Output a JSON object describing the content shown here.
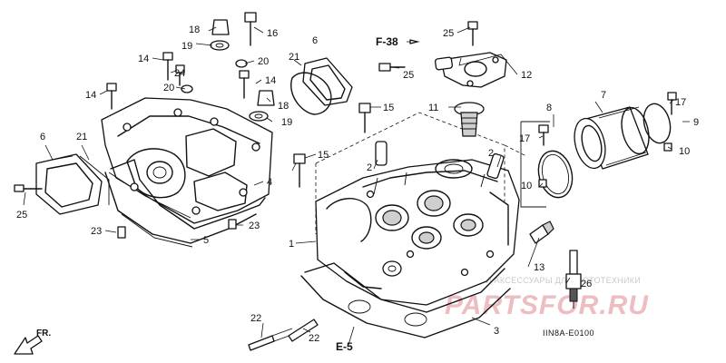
{
  "callouts": [
    {
      "id": "c1",
      "text": "1"
    },
    {
      "id": "c2a",
      "text": "2"
    },
    {
      "id": "c2b",
      "text": "2"
    },
    {
      "id": "c3",
      "text": "3"
    },
    {
      "id": "c4",
      "text": "4"
    },
    {
      "id": "c5",
      "text": "5"
    },
    {
      "id": "c6a",
      "text": "6"
    },
    {
      "id": "c6b",
      "text": "6"
    },
    {
      "id": "c7",
      "text": "7"
    },
    {
      "id": "c8",
      "text": "8"
    },
    {
      "id": "c9",
      "text": "9"
    },
    {
      "id": "c10a",
      "text": "10"
    },
    {
      "id": "c10b",
      "text": "10"
    },
    {
      "id": "c11",
      "text": "11"
    },
    {
      "id": "c12",
      "text": "12"
    },
    {
      "id": "c13",
      "text": "13"
    },
    {
      "id": "c14a",
      "text": "14"
    },
    {
      "id": "c14b",
      "text": "14"
    },
    {
      "id": "c14c",
      "text": "14"
    },
    {
      "id": "c15a",
      "text": "15"
    },
    {
      "id": "c15b",
      "text": "15"
    },
    {
      "id": "c16",
      "text": "16"
    },
    {
      "id": "c17a",
      "text": "17"
    },
    {
      "id": "c17b",
      "text": "17"
    },
    {
      "id": "c18a",
      "text": "18"
    },
    {
      "id": "c18b",
      "text": "18"
    },
    {
      "id": "c19a",
      "text": "19"
    },
    {
      "id": "c19b",
      "text": "19"
    },
    {
      "id": "c20a",
      "text": "20"
    },
    {
      "id": "c20b",
      "text": "20"
    },
    {
      "id": "c21a",
      "text": "21"
    },
    {
      "id": "c21b",
      "text": "21"
    },
    {
      "id": "c22a",
      "text": "22"
    },
    {
      "id": "c22b",
      "text": "22"
    },
    {
      "id": "c23a",
      "text": "23"
    },
    {
      "id": "c23b",
      "text": "23"
    },
    {
      "id": "c24",
      "text": "24"
    },
    {
      "id": "c25a",
      "text": "25"
    },
    {
      "id": "c25b",
      "text": "25"
    },
    {
      "id": "c25c",
      "text": "25"
    },
    {
      "id": "c26",
      "text": "26"
    }
  ],
  "refs": {
    "f38": "F-38",
    "e5": "E-5"
  },
  "front_label": "FR.",
  "diagram_code": "IIN8A-E0100",
  "watermark": {
    "top": "ЗАПЧАСТИ И АКСЕССУАРЫ ДЛЯ МОТОТЕХНИКИ",
    "brand": "PARTSFOR.RU"
  }
}
